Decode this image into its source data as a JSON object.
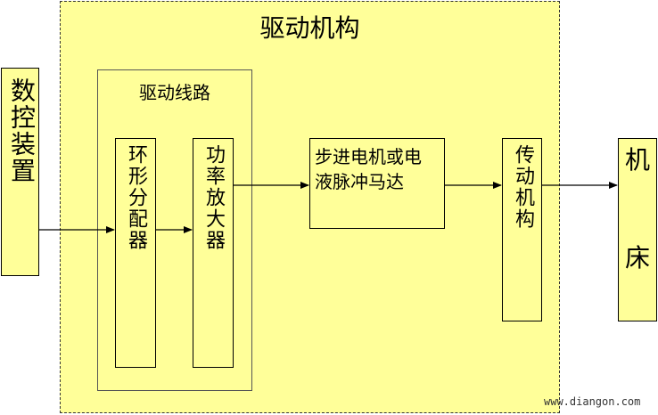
{
  "diagram": {
    "title": "驱动机构",
    "circuit_label": "驱动线路",
    "numeric_device": "数控装置",
    "ring_distributor": "环形分配器",
    "power_amplifier": "功率放大器",
    "motor_line1": "步进电机或电",
    "motor_line2": "液脉冲马达",
    "transmission": "传动机构",
    "machine_char1": "机",
    "machine_char2": "床",
    "watermark": "www.diangon.com",
    "colors": {
      "block_fill": "#ffff99",
      "outline": "#000000"
    }
  }
}
